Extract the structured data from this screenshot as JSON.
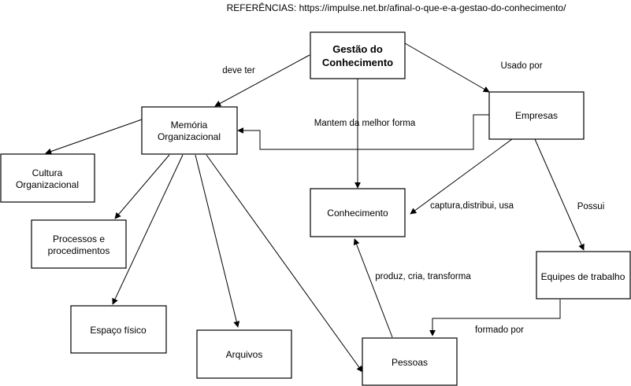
{
  "references": "REFERÊNCIAS: https://impulse.net.br/afinal-o-que-e-a-gestao-do-conhecimento/",
  "nodes": {
    "gestao": [
      "Gestão do",
      "Conhecimento"
    ],
    "empresas": [
      "Empresas"
    ],
    "memoria": [
      "Memória",
      "Organizacional"
    ],
    "cultura": [
      "Cultura",
      "Organizacional"
    ],
    "processos": [
      "Processos e",
      "procedimentos"
    ],
    "espaco": [
      "Espaço físico"
    ],
    "arquivos": [
      "Arquivos"
    ],
    "conhecimento": [
      "Conhecimento"
    ],
    "equipes": [
      "Equipes de trabalho"
    ],
    "pessoas": [
      "Pessoas"
    ]
  },
  "edge_labels": {
    "deve_ter": "deve ter",
    "usado_por": "Usado por",
    "mantem": "Mantem da melhor forma",
    "captura": "captura,distribui, usa",
    "possui": "Possui",
    "produz": "produz, cria, transforma",
    "formado_por": "formado por"
  }
}
